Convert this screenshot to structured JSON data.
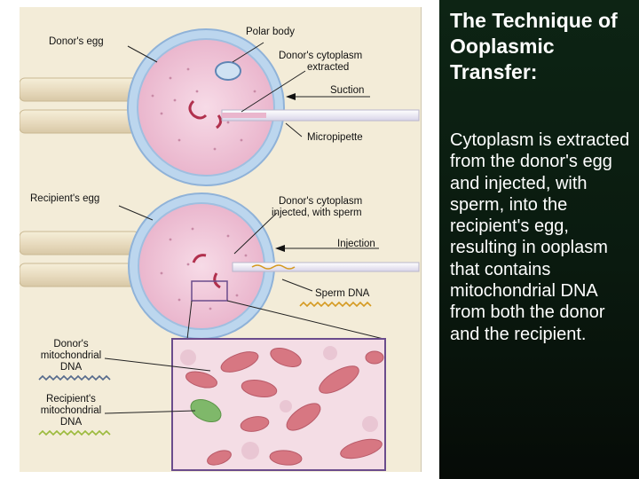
{
  "slide": {
    "title": "The Technique of Ooplasmic Transfer:",
    "body": "Cytoplasm is extracted from the donor's egg and injected, with sperm, into the recipient's egg, resulting in ooplasm that contains mitochondrial DNA from both the donor and the recipient."
  },
  "diagram": {
    "labels": {
      "donors_egg": "Donor's egg",
      "polar_body": "Polar body",
      "cytoplasm_extracted_1": "Donor's cytoplasm",
      "cytoplasm_extracted_2": "extracted",
      "suction": "Suction",
      "micropipette": "Micropipette",
      "recipients_egg": "Recipient's egg",
      "cytoplasm_injected_1": "Donor's cytoplasm",
      "cytoplasm_injected_2": "injected, with sperm",
      "injection": "Injection",
      "sperm_dna": "Sperm DNA",
      "donor_mito_1": "Donor's",
      "donor_mito_2": "mitochondrial",
      "donor_mito_3": "DNA",
      "recipient_mito_1": "Recipient's",
      "recipient_mito_2": "mitochondrial",
      "recipient_mito_3": "DNA"
    },
    "colors": {
      "panel_bg": "#f3ecd8",
      "egg_membrane": "#a9c8e8",
      "cytoplasm": "#f0c4d8",
      "mitochondria": "#d77782",
      "recipient_mitochondrion": "#7fb86a",
      "sperm_dna": "#d59a22",
      "donor_dna": "#556a8c",
      "recipient_dna": "#9bba3c",
      "sidebar_bg": "#0a1a0f"
    }
  }
}
